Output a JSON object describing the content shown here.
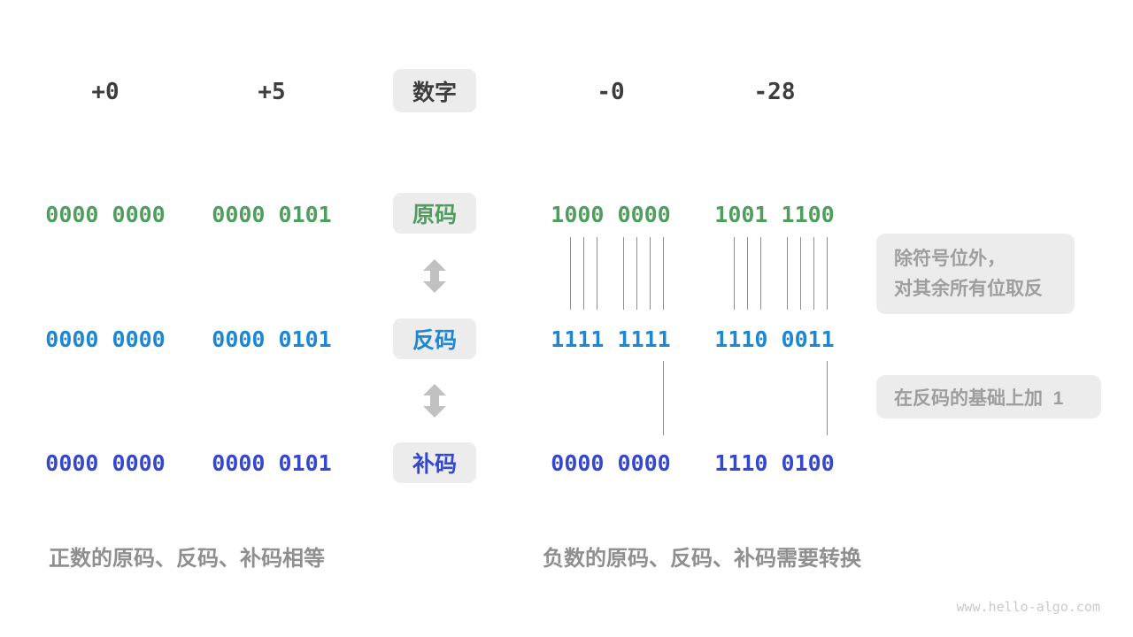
{
  "diagram": {
    "labels": {
      "number": "数字",
      "sign_magnitude": "原码",
      "ones_complement": "反码",
      "twos_complement": "补码"
    },
    "columns": [
      {
        "header": "+0",
        "sign_magnitude": "0000 0000",
        "ones_complement": "0000 0000",
        "twos_complement": "0000 0000"
      },
      {
        "header": "+5",
        "sign_magnitude": "0000 0101",
        "ones_complement": "0000 0101",
        "twos_complement": "0000 0101"
      },
      {
        "header": "-0",
        "sign_magnitude": "1000 0000",
        "ones_complement": "1111 1111",
        "twos_complement": "0000 0000"
      },
      {
        "header": "-28",
        "sign_magnitude": "1001 1100",
        "ones_complement": "1110 0011",
        "twos_complement": "1110 0100"
      }
    ],
    "annotations": {
      "invert_line1": "除符号位外，",
      "invert_line2": "对其余所有位取反",
      "add_one": "在反码的基础上加  1"
    },
    "captions": {
      "positive": "正数的原码、反码、补码相等",
      "negative": "负数的原码、反码、补码需要转换"
    },
    "watermark": "www.hello-algo.com",
    "colors": {
      "sign_magnitude_green": "#4f9e5e",
      "ones_complement_blue": "#1e87d2",
      "twos_complement_indigo": "#3447cd",
      "header_text": "#3d3d3d",
      "caption_gray": "#8f8f8f",
      "annotation_text": "#9e9e9e",
      "annotation_bg": "#ececec",
      "arrow_gray": "#c1c1c1",
      "connector_gray": "#909090",
      "watermark_gray": "#c9c9c9"
    }
  }
}
